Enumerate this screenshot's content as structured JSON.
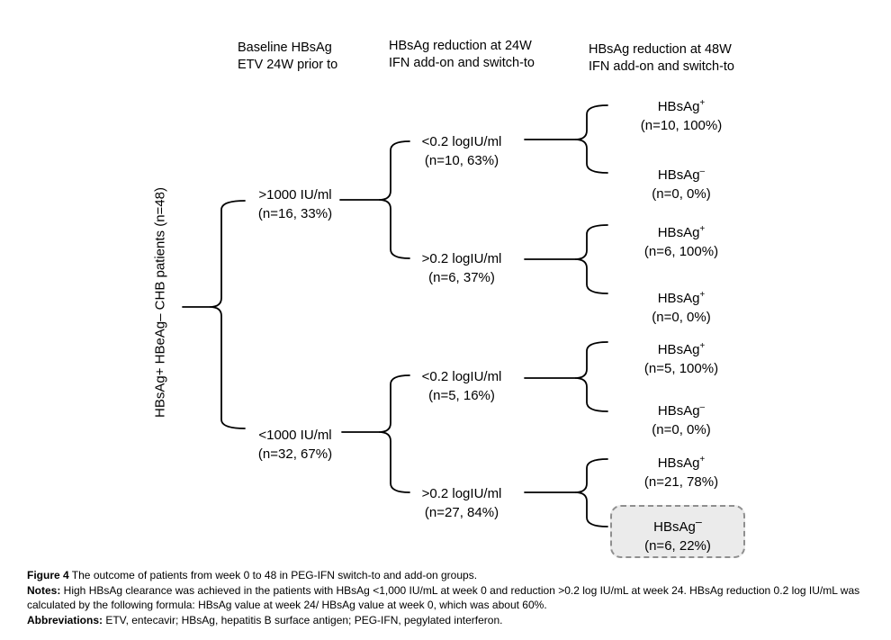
{
  "figure": {
    "headers": [
      {
        "line1": "Baseline HBsAg",
        "line2": "ETV 24W prior to"
      },
      {
        "line1": "HBsAg reduction at 24W",
        "line2": "IFN add-on and switch-to"
      },
      {
        "line1": "HBsAg reduction at 48W",
        "line2": "IFN add-on and switch-to"
      }
    ],
    "root": {
      "label": "HBsAg+ HBeAg– CHB patients (n=48)"
    },
    "baseline_nodes": [
      {
        "value": ">1000 IU/ml",
        "stats": "(n=16, 33%)"
      },
      {
        "value": "<1000 IU/ml",
        "stats": "(n=32, 67%)"
      }
    ],
    "week24_nodes": [
      {
        "value": "<0.2 logIU/ml",
        "stats": "(n=10, 63%)"
      },
      {
        "value": ">0.2 logIU/ml",
        "stats": "(n=6, 37%)"
      },
      {
        "value": "<0.2 logIU/ml",
        "stats": "(n=5, 16%)"
      },
      {
        "value": ">0.2 logIU/ml",
        "stats": "(n=27, 84%)"
      }
    ],
    "week48_nodes": [
      {
        "base": "HBsAg",
        "sign": "+",
        "stats": "(n=10, 100%)"
      },
      {
        "base": "HBsAg",
        "sign": "–",
        "stats": "(n=0, 0%)"
      },
      {
        "base": "HBsAg",
        "sign": "+",
        "stats": "(n=6, 100%)"
      },
      {
        "base": "HBsAg",
        "sign": "+",
        "stats": "(n=0, 0%)"
      },
      {
        "base": "HBsAg",
        "sign": "+",
        "stats": "(n=5, 100%)"
      },
      {
        "base": "HBsAg",
        "sign": "–",
        "stats": "(n=0, 0%)"
      },
      {
        "base": "HBsAg",
        "sign": "+",
        "stats": "(n=21, 78%)"
      },
      {
        "base": "HBsAg",
        "sign": "–",
        "stats": "(n=6, 22%)"
      }
    ],
    "caption": {
      "figure_label": "Figure 4",
      "figure_text": " The outcome of patients from week 0 to 48 in PEG-IFN switch-to and add-on groups.",
      "notes_label": "Notes:",
      "notes_text": " High HBsAg clearance was achieved in the patients with HBsAg <1,000 IU/mL at week 0 and reduction >0.2 log IU/mL at week 24. HBsAg reduction 0.2 log IU/mL was calculated by the following formula: HBsAg value at week 24/ HBsAg value at week 0, which was about 60%.",
      "abbreviations_label": "Abbreviations:",
      "abbreviations_text": " ETV, entecavir; HBsAg, hepatitis B surface antigen; PEG-IFN, pegylated interferon."
    }
  }
}
